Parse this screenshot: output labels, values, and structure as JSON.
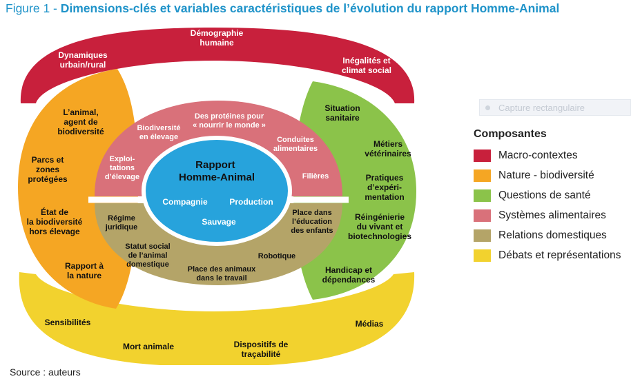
{
  "figure": {
    "number": "Figure 1 - ",
    "title": "Dimensions-clés et variables caractéristiques de l’évolution du rapport Homme-Animal"
  },
  "core": {
    "title_lines": [
      "Rapport",
      "Homme-Animal"
    ],
    "items": [
      "Compagnie",
      "Production",
      "Sauvage"
    ]
  },
  "rings": {
    "macro_contextes": [
      [
        "Dynamiques",
        "urbain/rural"
      ],
      [
        "Démographie",
        "humaine"
      ],
      [
        "Inégalités et",
        "climat social"
      ]
    ],
    "nature_biodiversite": [
      [
        "L’animal,",
        "agent de",
        "biodiversité"
      ],
      [
        "Parcs et",
        "zones",
        "protégées"
      ],
      [
        "État de",
        "la biodiversité",
        "hors élevage"
      ],
      [
        "Rapport à",
        "la nature"
      ]
    ],
    "questions_sante": [
      [
        "Situation",
        "sanitaire"
      ],
      [
        "Métiers",
        "vétérinaires"
      ],
      [
        "Pratiques",
        "d’expéri-",
        "mentation"
      ],
      [
        "Réingénierie",
        "du vivant et",
        "biotechnologies"
      ],
      [
        "Handicap et",
        "dépendances"
      ]
    ],
    "systemes_alimentaires": [
      [
        "Des protéines pour",
        "« nourrir le monde »"
      ],
      [
        "Biodiversité",
        "en élevage"
      ],
      [
        "Conduites",
        "alimentaires"
      ],
      [
        "Exploi-",
        "tations",
        "d’élevage"
      ],
      [
        "Filières"
      ]
    ],
    "relations_domestiques": [
      [
        "Régime",
        "juridique"
      ],
      [
        "Place dans",
        "l’éducation",
        "des enfants"
      ],
      [
        "Statut social",
        "de l’animal",
        "domestique"
      ],
      [
        "Robotique"
      ],
      [
        "Place des animaux",
        "dans le travail"
      ]
    ],
    "debats_representations": [
      [
        "Sensibilités"
      ],
      [
        "Médias"
      ],
      [
        "Mort animale"
      ],
      [
        "Dispositifs de",
        "traçabilité"
      ]
    ]
  },
  "legend": {
    "title": "Composantes",
    "items": [
      {
        "label": "Macro-contextes",
        "color": "#c8203c"
      },
      {
        "label": "Nature - biodiversité",
        "color": "#f5a623"
      },
      {
        "label": "Questions de santé",
        "color": "#8bc34a"
      },
      {
        "label": "Systèmes alimentaires",
        "color": "#d9717a"
      },
      {
        "label": "Relations domestiques",
        "color": "#b4a468"
      },
      {
        "label": "Débats et représentations",
        "color": "#f2d22e"
      }
    ]
  },
  "colors": {
    "core": "#27a3dc",
    "title": "#1f93c9"
  },
  "overlay": {
    "label": "Capture rectangulaire"
  },
  "source": "Source : auteurs"
}
